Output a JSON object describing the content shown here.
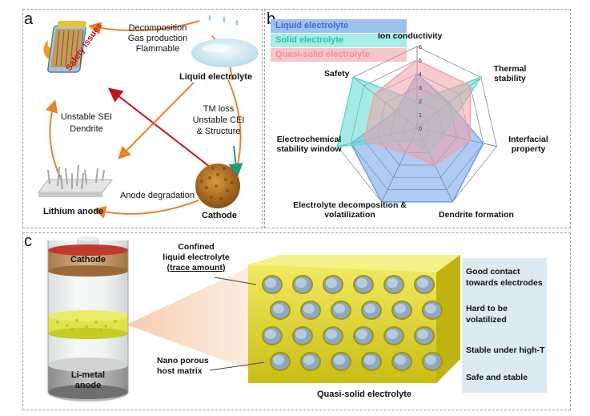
{
  "panels": {
    "a": "a",
    "b": "b",
    "c": "c"
  },
  "panel_a": {
    "safety_label": "Safety issues",
    "decomposition": [
      "Decomposition",
      "Gas production",
      "Flammable"
    ],
    "liquid_electrolyte": "Liquid electrolyte",
    "cathode_issues": [
      "TM loss",
      "Unstable CEI",
      "& Structure"
    ],
    "anode_issues": [
      "Unstable SEI",
      "Dendrite"
    ],
    "anode_degradation": "Anode degradation",
    "lithium_anode": "Lithium anode",
    "cathode": "Cathode",
    "colors": {
      "cycle": "#e8822a",
      "arrow_red": "#c0161e",
      "arrow_green": "#1a9a7e"
    }
  },
  "panel_b": {
    "legend": [
      "Liquid electrolyte",
      "Solid electrolyte",
      "Quasi-solid electrolyte"
    ],
    "axes": [
      "Ion conductivity",
      "Thermal stability",
      "Interfacial property",
      "Dendrite formation",
      "Electrolyte decomposition & volatilization",
      "Electrochemical stability window",
      "Safety"
    ],
    "ticks": [
      "0",
      "1",
      "2",
      "3",
      "4",
      "5",
      "6"
    ]
  },
  "chart_data": {
    "type": "radar",
    "categories": [
      "Ion conductivity",
      "Thermal stability",
      "Interfacial property",
      "Dendrite formation",
      "Electrolyte decomposition & volatilization",
      "Electrochemical stability window",
      "Safety"
    ],
    "rlim": [
      0,
      6
    ],
    "grid": true,
    "legend_position": "top-left",
    "series": [
      {
        "name": "Liquid electrolyte",
        "values": [
          4,
          3,
          5,
          6,
          6,
          5,
          2
        ],
        "color": "#6f9fe6"
      },
      {
        "name": "Solid electrolyte",
        "values": [
          2,
          6,
          2,
          2,
          1,
          6,
          6
        ],
        "color": "#5ed9cf"
      },
      {
        "name": "Quasi-solid electrolyte",
        "values": [
          5,
          5,
          4,
          3,
          2,
          4,
          4
        ],
        "color": "#f2a0a8"
      }
    ]
  },
  "panel_c": {
    "cathode": "Cathode",
    "anode": [
      "Li-metal",
      "anode"
    ],
    "confined": [
      "Confined",
      "liquid electrolyte",
      "(trace amount)"
    ],
    "host": [
      "Nano porous",
      "host matrix"
    ],
    "quasi_solid": "Quasi-solid electrolyte",
    "features": [
      [
        "Good contact",
        "towards electrodes"
      ],
      [
        "Hard to be",
        "volatilized"
      ],
      [
        "Stable under high-T"
      ],
      [
        "Safe and stable"
      ]
    ],
    "colors": {
      "feature_bg": "#dcebf2",
      "scaffold": "#e8e03a",
      "cap": "#c0392b"
    }
  }
}
